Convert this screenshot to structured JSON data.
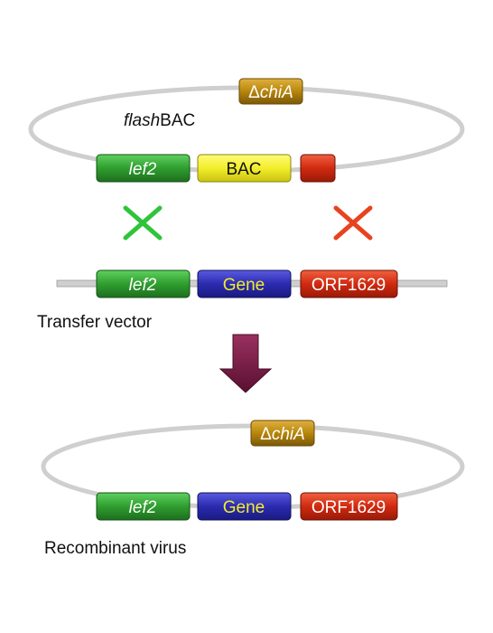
{
  "top_plasmid": {
    "name_italic": "flash",
    "name_rest": "BAC",
    "deletion_marker": {
      "delta": "Δ",
      "gene": "chiA"
    },
    "cassettes": [
      {
        "label": "lef2",
        "italic": true,
        "color": "#2f9e2f"
      },
      {
        "label": "BAC",
        "italic": false,
        "color": "#f2ee2a"
      },
      {
        "label": "",
        "italic": false,
        "color": "#d02a10"
      }
    ]
  },
  "crossovers": [
    {
      "symbol": "✕",
      "color": "#2fc43a"
    },
    {
      "symbol": "✕",
      "color": "#e8431f"
    }
  ],
  "transfer_vector": {
    "caption": "Transfer vector",
    "cassettes": [
      {
        "label": "lef2",
        "italic": true,
        "color": "#2f9e2f"
      },
      {
        "label": "Gene",
        "italic": false,
        "color": "#2b2bb0"
      },
      {
        "label": "ORF1629",
        "italic": false,
        "color": "#d02a10"
      }
    ]
  },
  "arrow": {
    "color": "#7a2048"
  },
  "recombinant": {
    "caption": "Recombinant virus",
    "deletion_marker": {
      "delta": "Δ",
      "gene": "chiA"
    },
    "cassettes": [
      {
        "label": "lef2",
        "italic": true,
        "color": "#2f9e2f"
      },
      {
        "label": "Gene",
        "italic": false,
        "color": "#2b2bb0"
      },
      {
        "label": "ORF1629",
        "italic": false,
        "color": "#d02a10"
      }
    ]
  },
  "colors": {
    "backbone": "#cfcfcf",
    "deletion_box": "#b8860b"
  }
}
